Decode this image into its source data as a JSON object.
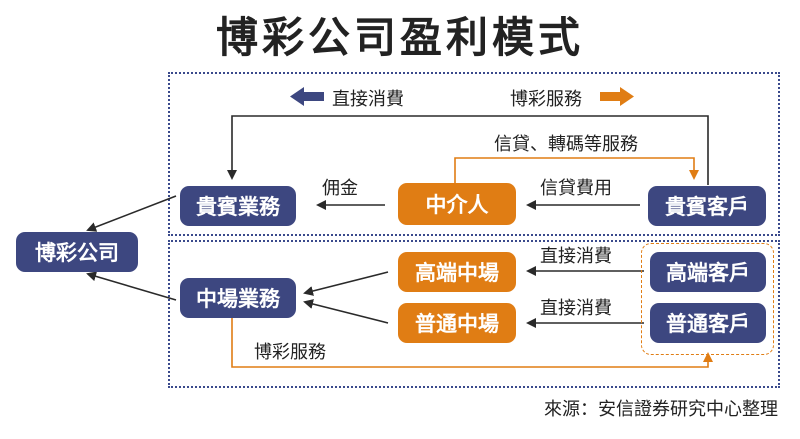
{
  "title": "博彩公司盈利模式",
  "legend": {
    "direct_consumption": "直接消費",
    "gaming_service": "博彩服務"
  },
  "boxes": {
    "casino": "博彩公司",
    "vip_business": "貴賓業務",
    "intermediary": "中介人",
    "vip_customer": "貴賓客戶",
    "mass_business": "中場業務",
    "high_end_mass": "高端中場",
    "regular_mass": "普通中場",
    "high_end_customer": "高端客戶",
    "regular_customer": "普通客戶"
  },
  "edge_labels": {
    "commission": "佣金",
    "credit_fee": "信貸費用",
    "credit_services": "信貸、轉碼等服務",
    "direct_consumption_1": "直接消費",
    "direct_consumption_2": "直接消費",
    "gaming_service_bottom": "博彩服務"
  },
  "source": "來源：安信證券研究中心整理",
  "colors": {
    "blue": "#3d4780",
    "orange": "#e07d14",
    "line_dark": "#2a2a2a"
  }
}
